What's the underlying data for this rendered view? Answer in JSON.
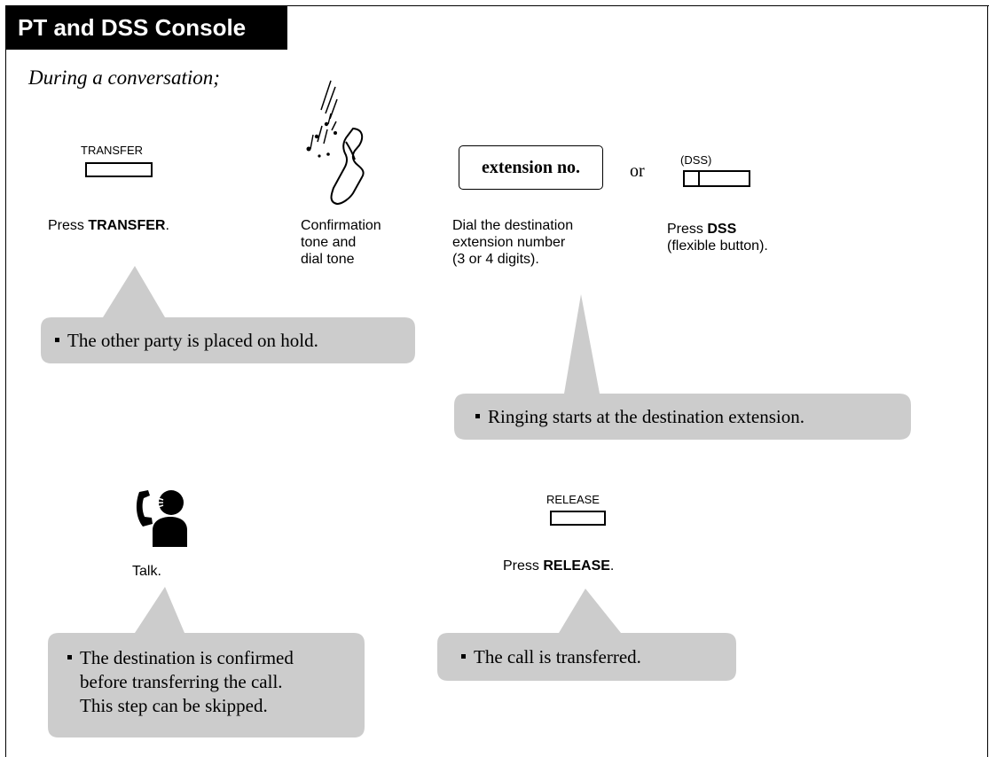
{
  "header": {
    "title": "PT and DSS Console"
  },
  "intro": "During a conversation;",
  "steps": {
    "transfer": {
      "button_label": "TRANSFER",
      "prefix": "Press ",
      "bold": "TRANSFER",
      "suffix": "."
    },
    "tone": {
      "line1": "Confirmation",
      "line2": "tone and",
      "line3": "dial tone"
    },
    "dial": {
      "box": "extension no.",
      "line1": "Dial the destination",
      "line2": "extension number",
      "line3": "(3 or 4 digits)."
    },
    "or": "or",
    "dss": {
      "button_label": "(DSS)",
      "prefix": "Press ",
      "bold": "DSS",
      "line2": "(flexible button)."
    },
    "talk": {
      "text": "Talk."
    },
    "release": {
      "button_label": "RELEASE",
      "prefix": "Press ",
      "bold": "RELEASE",
      "suffix": "."
    }
  },
  "notes": {
    "hold": "The other party is placed on hold.",
    "ringing": "Ringing starts at the destination extension.",
    "confirm": {
      "line1": "The destination is confirmed",
      "line2": "before transferring the call.",
      "line3": "This step can be skipped."
    },
    "transferred": "The call is transferred."
  },
  "icons": {
    "handset": "handset-ringing-icon",
    "talk": "person-talking-on-phone-icon"
  },
  "colors": {
    "bubble": "#cccccc",
    "header_bg": "#000000",
    "header_fg": "#ffffff"
  }
}
